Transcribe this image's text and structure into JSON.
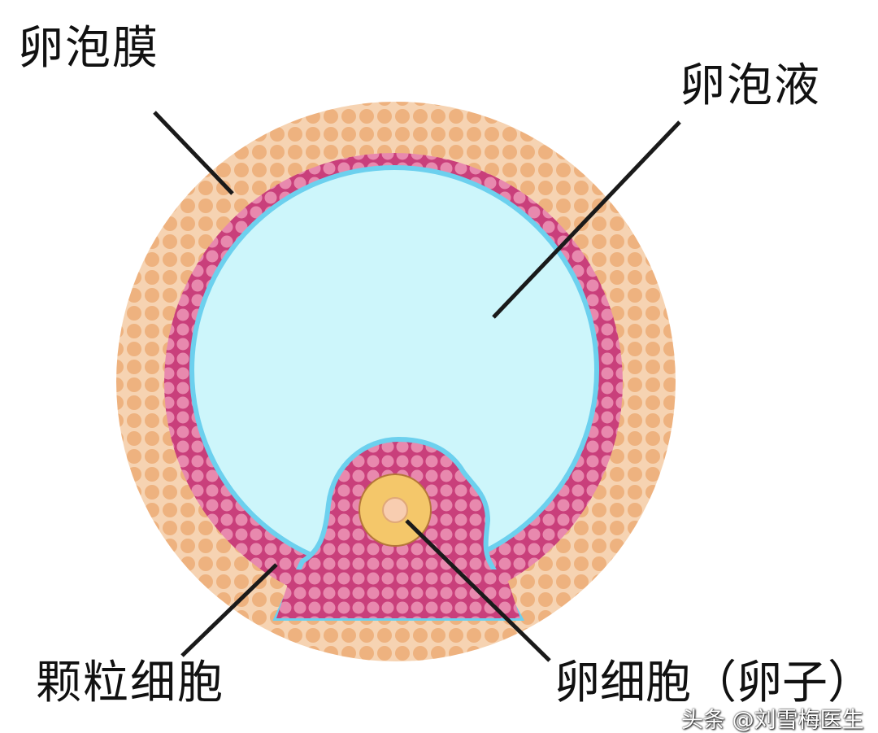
{
  "labels": {
    "theca": "卵泡膜",
    "fluid": "卵泡液",
    "granulosa": "颗粒细胞",
    "oocyte": "卵细胞（卵子）"
  },
  "watermark": "头条 @刘雪梅医生",
  "colors": {
    "theca": "#eeb27f",
    "granulosa": "#d9588f",
    "fluid": "#cdf6fb",
    "fluid_border": "#6cd0ee",
    "zona": "#f4c76a",
    "nucleus": "#f8cdb0",
    "line": "#1a1a1a"
  }
}
